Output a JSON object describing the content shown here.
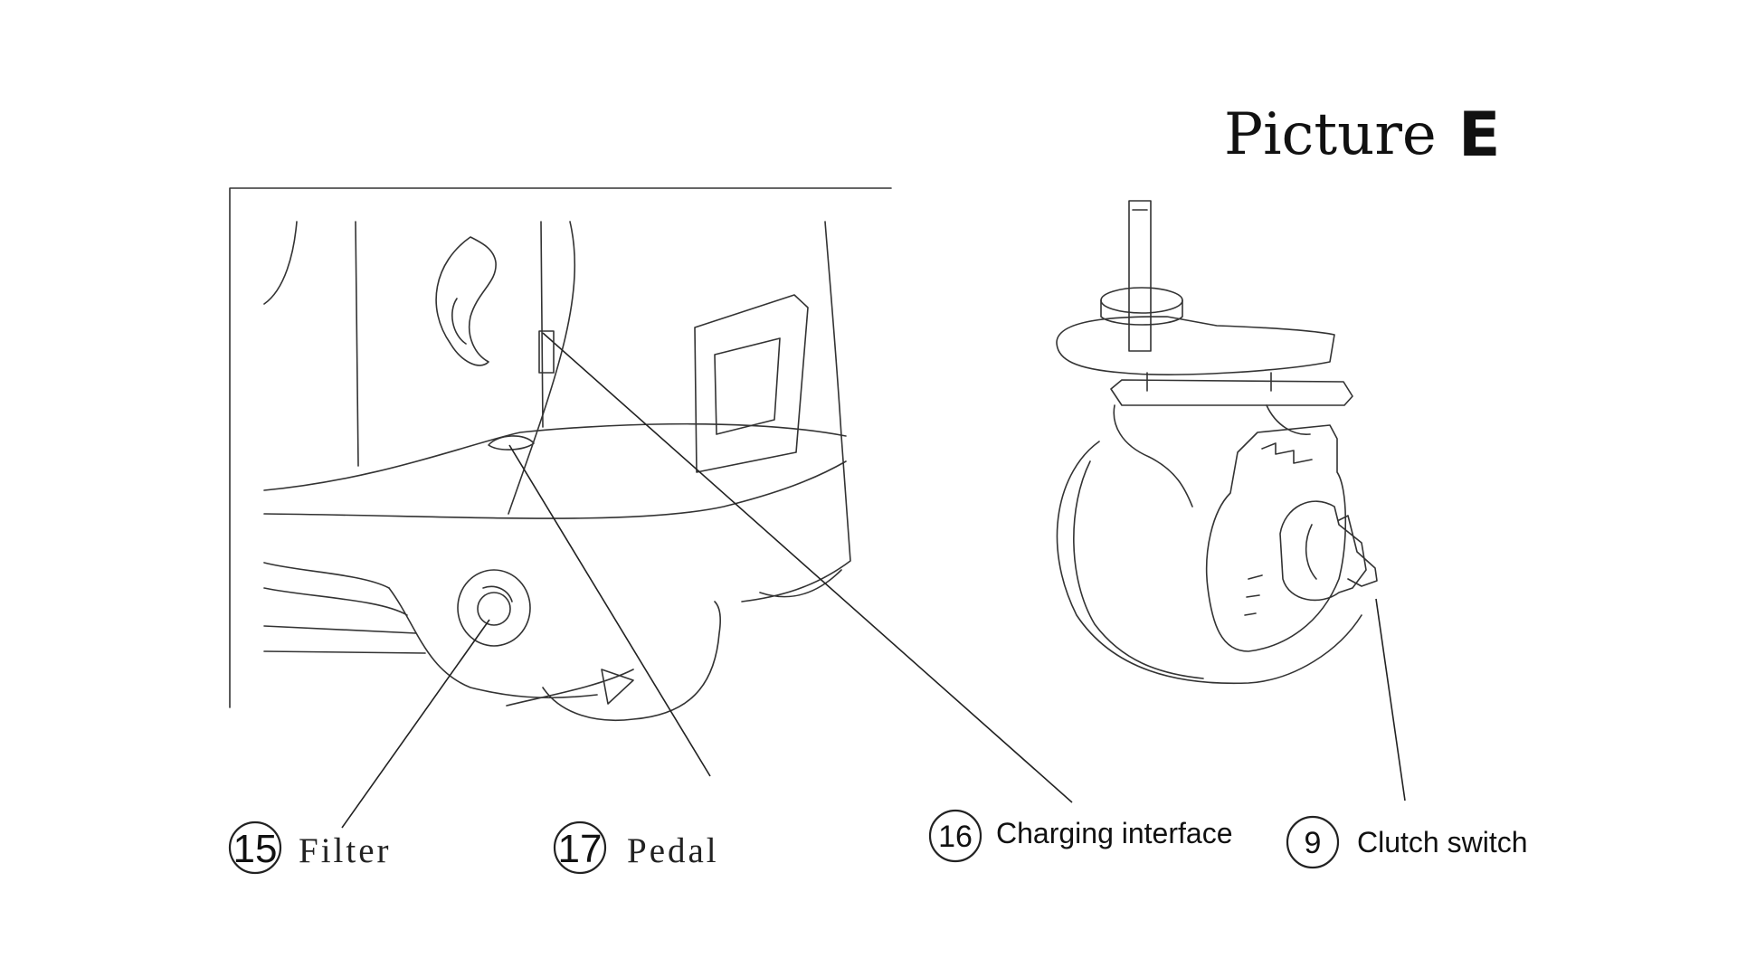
{
  "title": {
    "word": "Picture",
    "letter": "E"
  },
  "callouts": [
    {
      "number": "15",
      "label": "Filter"
    },
    {
      "number": "17",
      "label": "Pedal"
    },
    {
      "number": "16",
      "label": "Charging interface"
    },
    {
      "number": "9",
      "label": "Clutch switch"
    }
  ]
}
